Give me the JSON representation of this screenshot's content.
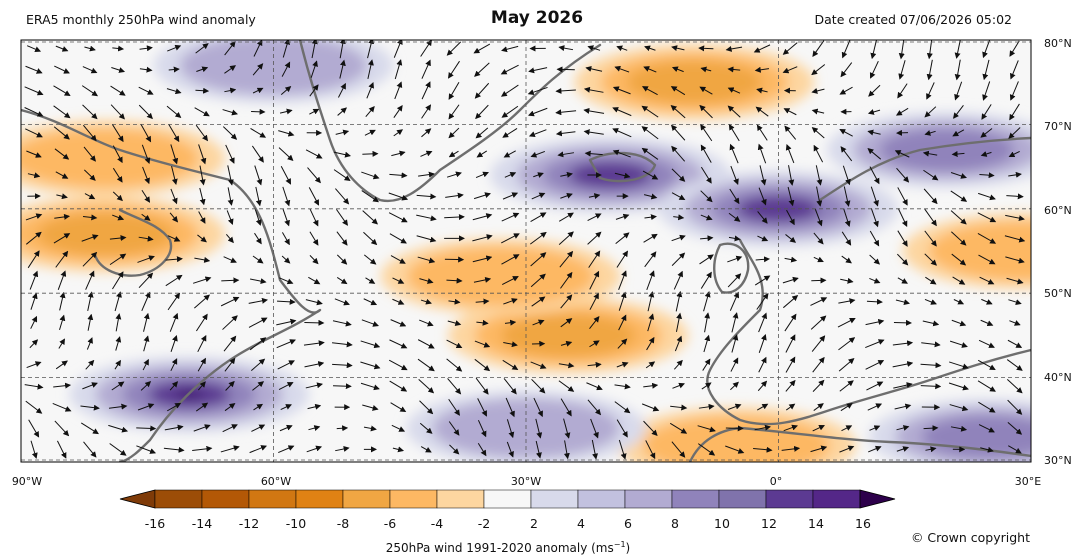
{
  "header": {
    "left": "ERA5 monthly 250hPa wind anomaly",
    "title": "May 2026",
    "right": "Date created 07/06/2026 05:02"
  },
  "axes": {
    "lat_labels": [
      "80°N",
      "70°N",
      "60°N",
      "50°N",
      "40°N",
      "30°N"
    ],
    "lon_labels": [
      "90°W",
      "60°W",
      "30°W",
      "0°",
      "30°E"
    ]
  },
  "colorbar": {
    "ticks": [
      "-16",
      "-14",
      "-12",
      "-10",
      "-8",
      "-6",
      "-4",
      "-2",
      "2",
      "4",
      "6",
      "8",
      "10",
      "12",
      "14",
      "16"
    ],
    "label_prefix": "250hPa wind 1991-2020 anomaly (ms",
    "label_exp": "−1",
    "label_suffix": ")",
    "colors": [
      "#7f3b08",
      "#9c4d07",
      "#b35806",
      "#d17712",
      "#e08214",
      "#f0a643",
      "#fdb863",
      "#fdd6a0",
      "#f7f7f7",
      "#d8daeb",
      "#c2c1df",
      "#b2abd2",
      "#9083bb",
      "#8073ac",
      "#5c3a92",
      "#542788",
      "#2d004b"
    ]
  },
  "legend": {
    "copyright": "© Crown copyright"
  },
  "map": {
    "extent": {
      "lon": [
        -90,
        30
      ],
      "lat": [
        30,
        80
      ]
    },
    "gridlines": true,
    "background_color": "#f7f7f7",
    "coast_color": "#6e6e6e",
    "positive_anomaly_regions": [
      {
        "lon": -10,
        "lat": 75,
        "level": 2
      },
      {
        "lon": -25,
        "lat": 45,
        "level": 2
      },
      {
        "lon": -33,
        "lat": 52,
        "level": 1
      },
      {
        "lon": -80,
        "lat": 57,
        "level": 2
      },
      {
        "lon": -80,
        "lat": 66,
        "level": 1
      },
      {
        "lon": -5,
        "lat": 32,
        "level": 1
      },
      {
        "lon": 29,
        "lat": 55,
        "level": 1
      }
    ],
    "negative_anomaly_regions": [
      {
        "lon": -70,
        "lat": 38,
        "level": 4
      },
      {
        "lon": -20,
        "lat": 64,
        "level": 3
      },
      {
        "lon": 0,
        "lat": 60,
        "level": 3
      },
      {
        "lon": -60,
        "lat": 77,
        "level": 1
      },
      {
        "lon": 20,
        "lat": 67,
        "level": 2
      },
      {
        "lon": 25,
        "lat": 33,
        "level": 2
      },
      {
        "lon": -30,
        "lat": 34,
        "level": 1
      }
    ]
  }
}
